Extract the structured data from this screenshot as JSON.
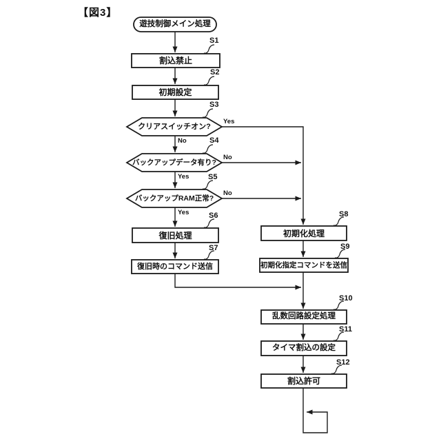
{
  "figure_label": "【図3】",
  "diagram": {
    "start": {
      "label": "遊技制御メイン処理"
    },
    "steps": [
      {
        "id": "S1",
        "label": "割込禁止",
        "type": "process"
      },
      {
        "id": "S2",
        "label": "初期設定",
        "type": "process"
      },
      {
        "id": "S3",
        "label": "クリアスイッチオン?",
        "type": "decision"
      },
      {
        "id": "S4",
        "label": "バックアップデータ有り?",
        "type": "decision"
      },
      {
        "id": "S5",
        "label": "バックアップRAM正常?",
        "type": "decision"
      },
      {
        "id": "S6",
        "label": "復旧処理",
        "type": "process"
      },
      {
        "id": "S7",
        "label": "復旧時のコマンド送信",
        "type": "process"
      },
      {
        "id": "S8",
        "label": "初期化処理",
        "type": "process"
      },
      {
        "id": "S9",
        "label": "初期化指定コマンドを送信",
        "type": "process"
      },
      {
        "id": "S10",
        "label": "乱数回路設定処理",
        "type": "process"
      },
      {
        "id": "S11",
        "label": "タイマ割込の設定",
        "type": "process"
      },
      {
        "id": "S12",
        "label": "割込許可",
        "type": "process"
      }
    ],
    "branches": {
      "s3": {
        "yes": "Yes",
        "no": "No"
      },
      "s4": {
        "yes": "Yes",
        "no": "No"
      },
      "s5": {
        "yes": "Yes",
        "no": "No"
      }
    }
  },
  "colors": {
    "line": "#1a1a1a",
    "background": "#ffffff",
    "text": "#111111"
  }
}
